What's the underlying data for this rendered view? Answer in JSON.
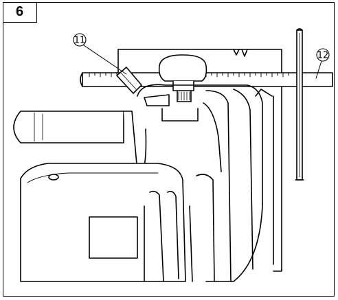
{
  "figure": {
    "number": "6"
  },
  "callouts": [
    {
      "id": "11",
      "label": "11"
    },
    {
      "id": "12",
      "label": "12"
    }
  ],
  "colors": {
    "line": "#000000",
    "background": "#ffffff"
  }
}
